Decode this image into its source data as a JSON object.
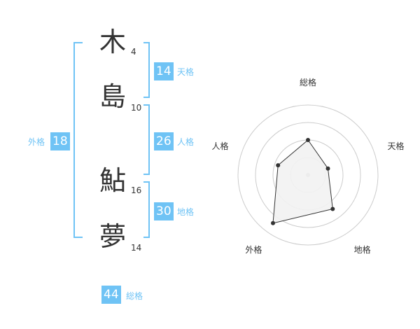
{
  "name": {
    "chars": [
      {
        "char": "木",
        "strokes": "4"
      },
      {
        "char": "島",
        "strokes": "10"
      },
      {
        "char": "鮎",
        "strokes": "16"
      },
      {
        "char": "夢",
        "strokes": "14"
      }
    ]
  },
  "kaku": {
    "tenkaku": {
      "value": "14",
      "label": "天格"
    },
    "jinkaku": {
      "value": "26",
      "label": "人格"
    },
    "chikaku": {
      "value": "30",
      "label": "地格"
    },
    "gaikaku": {
      "value": "18",
      "label": "外格"
    },
    "soukaku": {
      "value": "44",
      "label": "総格"
    }
  },
  "chart_data": {
    "type": "radar",
    "axes": [
      "総格",
      "天格",
      "地格",
      "外格",
      "人格"
    ],
    "values": [
      0.5,
      0.3,
      0.6,
      0.85,
      0.45
    ],
    "range": [
      0,
      1
    ],
    "rings": 4,
    "colors": {
      "fill": "#f2f2f2",
      "stroke": "#333333",
      "grid": "#cccccc",
      "accent": "#6fc3f5"
    }
  }
}
